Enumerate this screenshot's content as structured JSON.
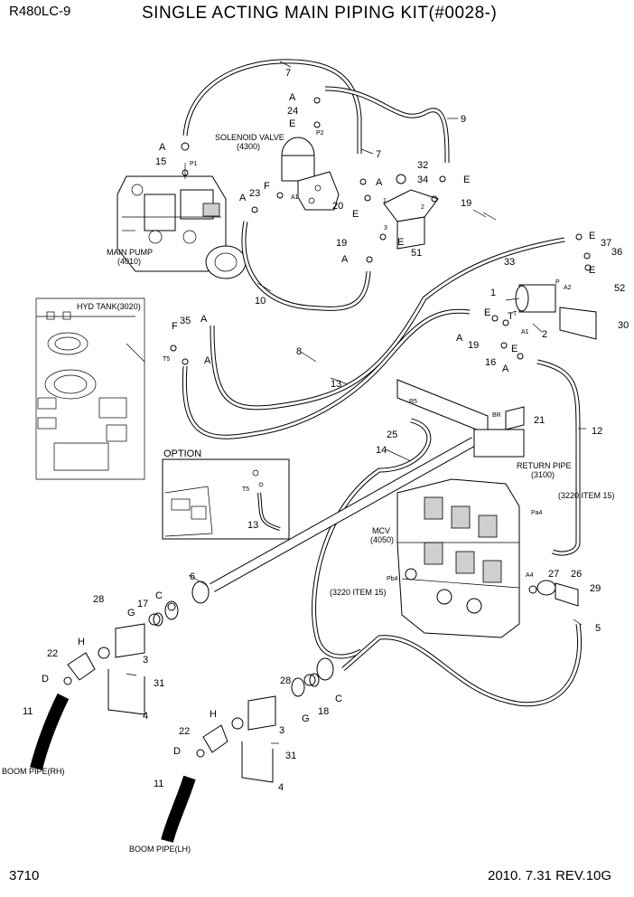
{
  "header": {
    "model": "R480LC-9",
    "title": "SINGLE ACTING MAIN PIPING KIT(#0028-)"
  },
  "footer": {
    "page": "3710",
    "date_rev": "2010. 7.31  REV.10G"
  },
  "components": {
    "solenoid_valve": "SOLENOID VALVE",
    "solenoid_valve_no": "(4300)",
    "main_pump": "MAIN PUMP",
    "main_pump_no": "(4010)",
    "hyd_tank": "HYD TANK(3020)",
    "option": "OPTION",
    "return_pipe": "RETURN PIPE",
    "return_pipe_no": "(3100)",
    "mcv": "MCV",
    "mcv_no": "(4050)",
    "item15_right": "(3220 ITEM 15)",
    "item15_left": "(3220 ITEM 15)",
    "boom_rh": "BOOM PIPE(RH)",
    "boom_lh": "BOOM PIPE(LH)"
  },
  "ports": [
    "P1",
    "P2",
    "A1",
    "T5",
    "T5",
    "R5",
    "BR",
    "Pa4",
    "Pb4",
    "A4",
    "P",
    "A2",
    "T",
    "A1",
    "1",
    "2",
    "3"
  ],
  "callouts": [
    "7",
    "A",
    "24",
    "E",
    "9",
    "A",
    "15",
    "7",
    "32",
    "A",
    "34",
    "E",
    "20",
    "19",
    "E",
    "F",
    "23",
    "A",
    "19",
    "E",
    "51",
    "A",
    "E",
    "37",
    "36",
    "33",
    "E",
    "52",
    "1",
    "30",
    "F",
    "35",
    "A",
    "E",
    "T",
    "A",
    "19",
    "2",
    "16",
    "E",
    "8",
    "A",
    "13",
    "10",
    "A",
    "25",
    "21",
    "12",
    "14",
    "13",
    "6",
    "28",
    "17",
    "C",
    "G",
    "H",
    "3",
    "22",
    "D",
    "31",
    "4",
    "11",
    "27",
    "26",
    "29",
    "5",
    "28",
    "22",
    "H",
    "18",
    "G",
    "C",
    "3",
    "D",
    "31",
    "4",
    "11"
  ]
}
